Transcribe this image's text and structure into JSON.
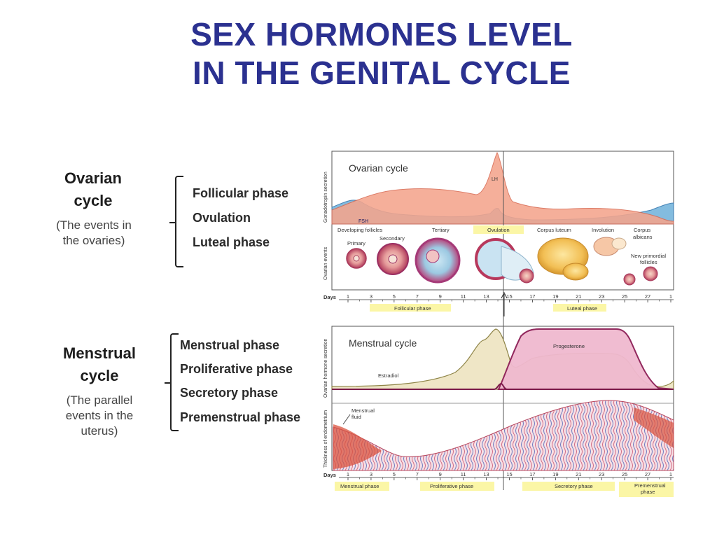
{
  "title": {
    "line1": "SEX HORMONES LEVEL",
    "line2": "IN THE GENITAL CYCLE"
  },
  "ovarian_block": {
    "heading_line1": "Ovarian",
    "heading_line2": "cycle",
    "sub_line1": "(The events in",
    "sub_line2": "the ovaries)",
    "phases": [
      "Follicular phase",
      "Ovulation",
      "Luteal phase"
    ]
  },
  "menstrual_block": {
    "heading_line1": "Menstrual",
    "heading_line2": "cycle",
    "sub_line1": "(The parallel",
    "sub_line2": "events in the",
    "sub_line3": "uterus)",
    "phases": [
      "Menstrual phase",
      "Proliferative phase",
      "Secretory phase",
      "Premenstrual phase"
    ]
  },
  "figure": {
    "top_panel_title": "Ovarian cycle",
    "top_y_axis": "Gonadotropin secretion",
    "lh_label": "LH",
    "fsh_label": "FSH",
    "ovarian_events_axis": "Ovarian events",
    "follicle_labels": {
      "developing": "Developing follicles",
      "primary": "Primary",
      "secondary": "Secondary",
      "tertiary": "Tertiary",
      "ovulation": "Ovulation",
      "corpus_luteum": "Corpus luteum",
      "involution": "Involution",
      "corpus_albicans_1": "Corpus",
      "corpus_albicans_2": "albicans",
      "new_primordial_1": "New primordial",
      "new_primordial_2": "follicles"
    },
    "days_label": "Days",
    "top_days": [
      "1",
      "3",
      "5",
      "7",
      "9",
      "11",
      "13",
      "15",
      "17",
      "19",
      "21",
      "23",
      "25",
      "27",
      "1"
    ],
    "follicular_phase": "Follicular phase",
    "luteal_phase": "Luteal phase",
    "bottom_panel_title": "Menstrual cycle",
    "bottom_y_axis": "Ovarian hormone secretion",
    "endometrium_axis": "Thickness of endometrium",
    "progesterone_label": "Progesterone",
    "estradiol_label": "Estradiol",
    "menstrual_fluid_1": "Menstrual",
    "menstrual_fluid_2": "fluid",
    "bottom_days": [
      "1",
      "3",
      "5",
      "7",
      "9",
      "11",
      "13",
      "15",
      "17",
      "19",
      "21",
      "23",
      "25",
      "27",
      "1"
    ],
    "menstrual_phase": "Menstrual phase",
    "proliferative_phase": "Proliferative phase",
    "secretory_phase": "Secretory phase",
    "premenstrual_phase_1": "Premenstrual",
    "premenstrual_phase_2": "phase",
    "colors": {
      "lh_fill": "#f4a58d",
      "fsh_fill": "#7db9de",
      "estradiol_fill": "#efe6c6",
      "progesterone_fill": "#f0b9cf",
      "phase_highlight": "#fbf6a6",
      "hormone_line": "#7c1b4a",
      "title_blue": "#2b3190"
    }
  }
}
